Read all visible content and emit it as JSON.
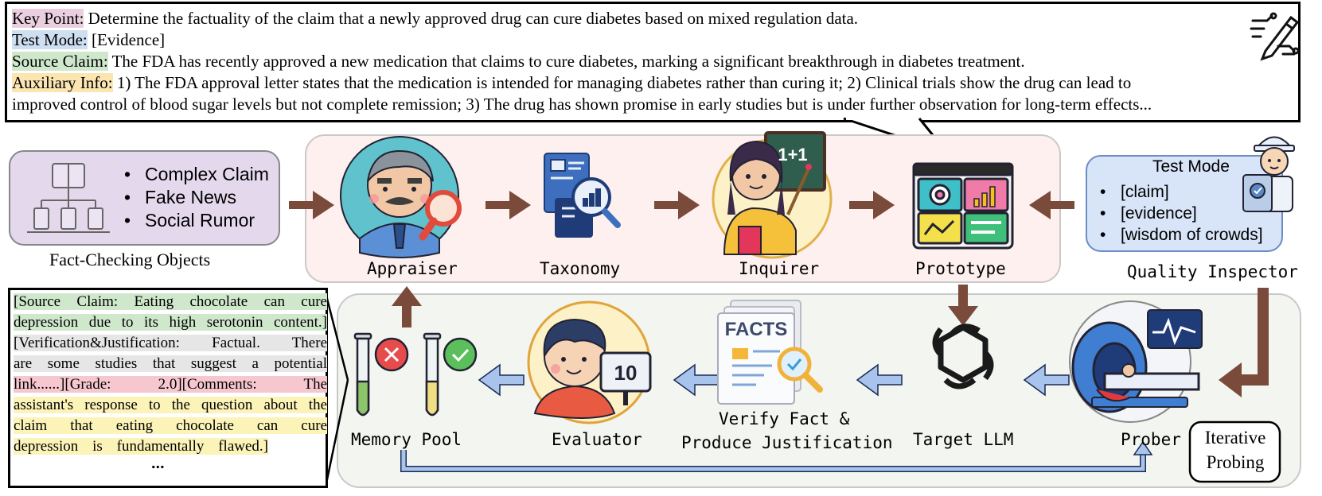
{
  "top_box": {
    "key_point_label": "Key Point:",
    "key_point_text": " Determine the factuality of the claim that a newly approved drug can cure diabetes based on mixed regulation data.",
    "test_mode_label": "Test Mode:",
    "test_mode_text": " [Evidence]",
    "source_claim_label": "Source Claim:",
    "source_claim_text": " The FDA has recently approved a new medication that claims to cure diabetes, marking a significant breakthrough in diabetes treatment.",
    "aux_label": "Auxiliary Info:",
    "aux_text_line1": " 1) The FDA approval letter states that the medication is intended for managing diabetes rather than curing it; 2) Clinical trials show the drug can lead to",
    "aux_text_line2": "improved control of blood sugar levels but not complete remission; 3) The drug has shown promise in early studies but is under further observation for long-term effects..."
  },
  "objects": {
    "items": [
      "Complex Claim",
      "Fake News",
      "Social Rumor"
    ],
    "caption": "Fact-Checking Objects"
  },
  "top_row": {
    "appraiser": "Appraiser",
    "taxonomy": "Taxonomy",
    "inquirer": "Inquirer",
    "inquirer_board": "1+1",
    "prototype": "Prototype"
  },
  "test_mode_box": {
    "title": "Test Mode",
    "items": [
      "[claim]",
      "[evidence]",
      "[wisdom of crowds]"
    ],
    "caption": "Quality Inspector"
  },
  "bottom_row": {
    "memory_pool": "Memory Pool",
    "evaluator": "Evaluator",
    "evaluator_score": "10",
    "verify_line1": "Verify Fact &",
    "verify_line2": "Produce Justification",
    "facts_title": "FACTS",
    "target_llm": "Target LLM",
    "prober": "Prober",
    "iterative_line1": "Iterative",
    "iterative_line2": "Probing"
  },
  "example": {
    "lines": [
      "[Source Claim: Eating chocolate can cure",
      "depression due to its high serotonin content.]",
      "[Verification&Justification: Factual. There",
      "are some studies that suggest a potential",
      "link......][Grade: 2.0][Comments: The",
      "assistant's response to the question about the",
      "claim that eating chocolate can cure",
      "depression is fundamentally flawed.]"
    ],
    "ellipsis": "..."
  },
  "colors": {
    "arrow_brown": "#7a4a3a",
    "arrow_blue": "#a9c4ec",
    "panel_pink": "#fdf0ee",
    "panel_grey": "#f3f5f0",
    "objects_fill": "#e4d9ec",
    "testmode_fill": "#d8e4f7"
  }
}
